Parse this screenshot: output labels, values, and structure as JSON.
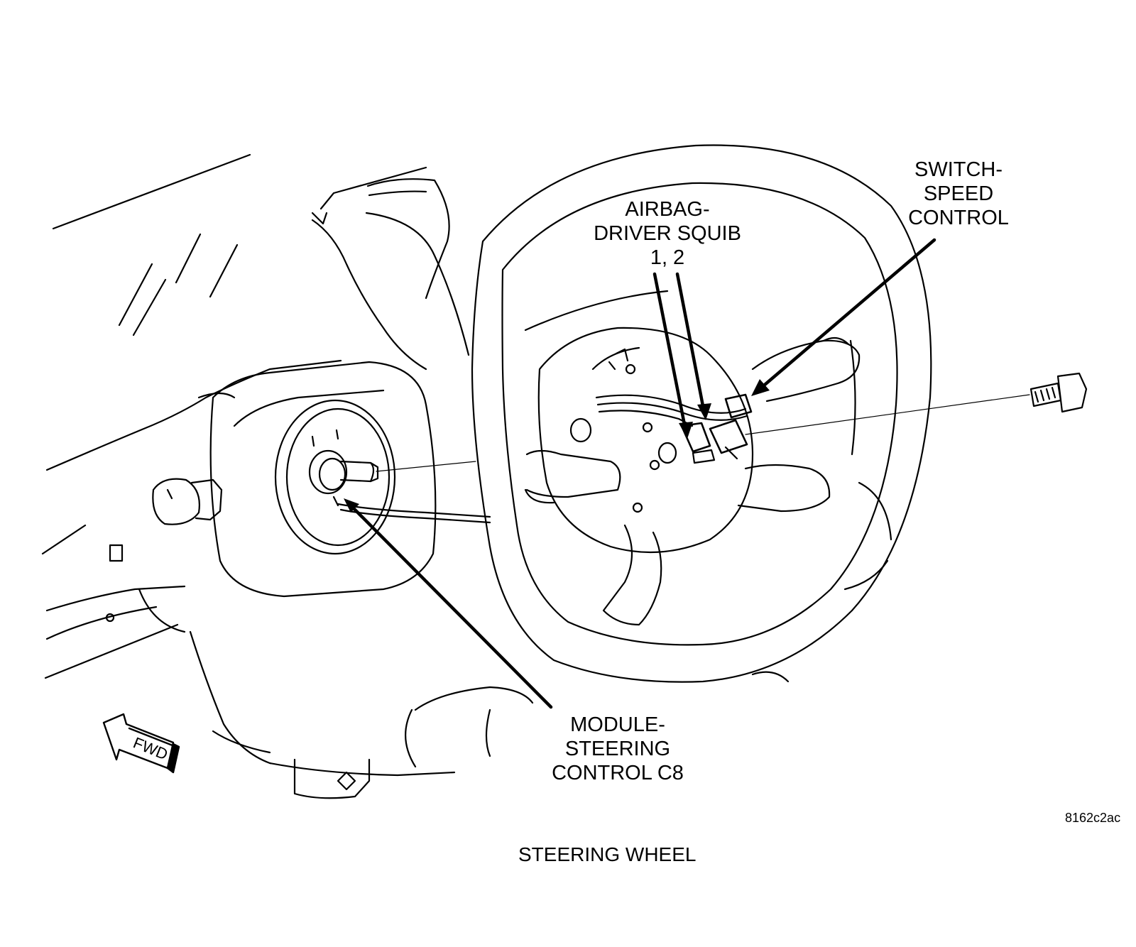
{
  "labels": {
    "switch_speed_control": [
      "SWITCH-",
      "SPEED",
      "CONTROL"
    ],
    "airbag_driver_squib": [
      "AIRBAG-",
      "DRIVER SQUIB",
      "1, 2"
    ],
    "module_steering_control": [
      "MODULE-",
      "STEERING",
      "CONTROL C8"
    ]
  },
  "fwd_indicator": "FWD",
  "figure_code": "8162c2ac",
  "caption": "STEERING WHEEL"
}
